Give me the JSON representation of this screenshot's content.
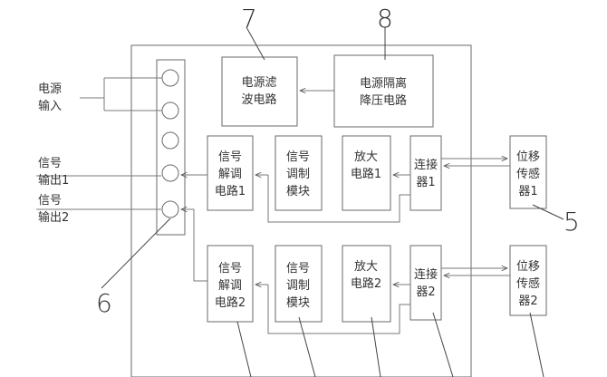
{
  "external": {
    "power_input": [
      "电源",
      "输入"
    ],
    "signal_output_1": [
      "信号",
      "输出1"
    ],
    "signal_output_2": [
      "信号",
      "输出2"
    ]
  },
  "blocks": {
    "filter": [
      "电源滤",
      "波电路"
    ],
    "isolation": [
      "电源隔离",
      "降压电路"
    ],
    "demod_1": [
      "信号",
      "解调",
      "电路1"
    ],
    "mod_1": [
      "信号",
      "调制",
      "模块"
    ],
    "amp_1": [
      "放大",
      "电路1"
    ],
    "conn_1": [
      "连接",
      "器1"
    ],
    "sensor_1": [
      "位移",
      "传感",
      "器1"
    ],
    "demod_2": [
      "信号",
      "解调",
      "电路2"
    ],
    "mod_2": [
      "信号",
      "调制",
      "模块"
    ],
    "amp_2": [
      "放大",
      "电路2"
    ],
    "conn_2": [
      "连接",
      "器2"
    ],
    "sensor_2": [
      "位移",
      "传感",
      "器2"
    ]
  },
  "ref_numbers": {
    "n5": "5",
    "n6": "6",
    "n7": "7",
    "n8": "8"
  }
}
